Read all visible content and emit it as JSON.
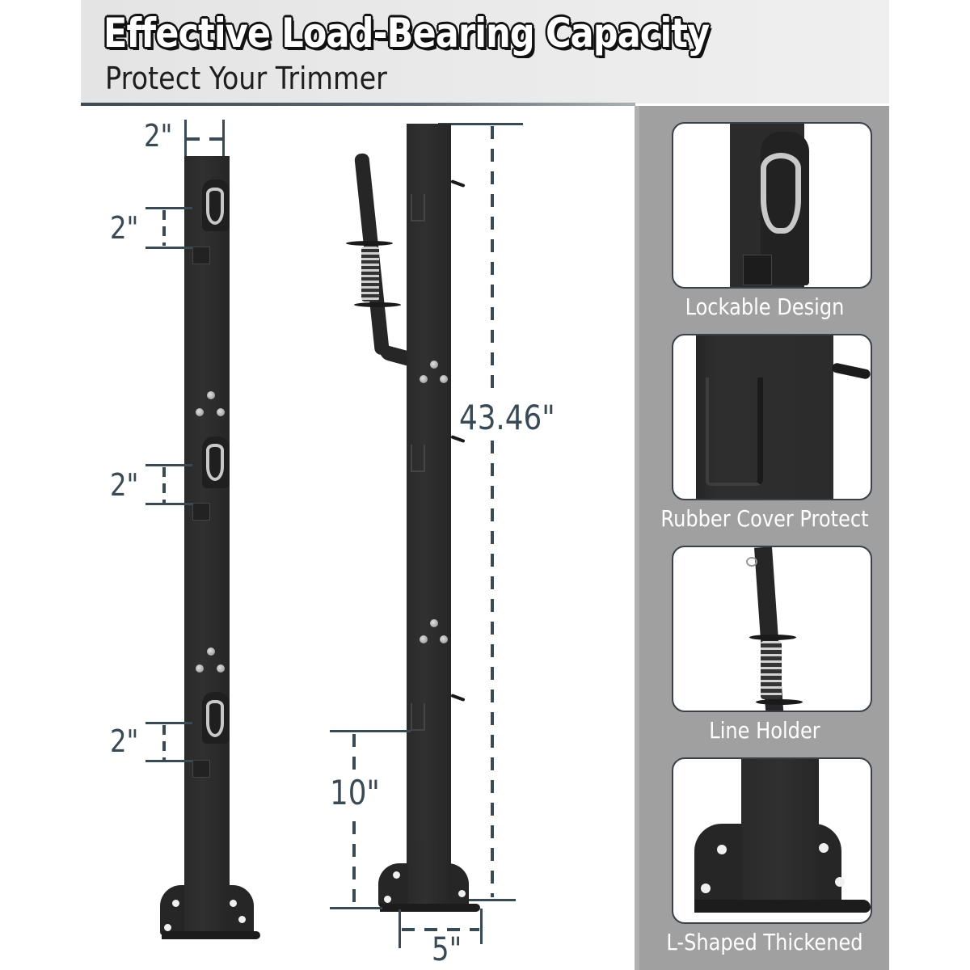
{
  "header": {
    "title": "Effective Load-Bearing Capacity",
    "subtitle": "Protect Your Trimmer"
  },
  "left_diagram": {
    "width_label": "2\"",
    "bracket_spacing_labels": [
      "2\"",
      "2\"",
      "2\""
    ]
  },
  "center_diagram": {
    "height_label": "43.46\"",
    "bottom_hook_height_label": "10\"",
    "base_width_label": "5\""
  },
  "feature_panel": {
    "cards": [
      {
        "label": "Lockable Design",
        "icon": "carabiner-lock-icon"
      },
      {
        "label": "Rubber Cover Protect",
        "icon": "rubber-hook-icon"
      },
      {
        "label": "Line Holder",
        "icon": "line-holder-spring-icon"
      },
      {
        "label": "L-Shaped Thickened",
        "icon": "l-shaped-base-icon"
      }
    ]
  },
  "colors": {
    "dimension_lines": "#3a4a55",
    "post": "#2b2b2b",
    "panel_bg": "#a0a0a0",
    "card_border": "#3a4148",
    "header_bg": "#e8e8e8"
  }
}
